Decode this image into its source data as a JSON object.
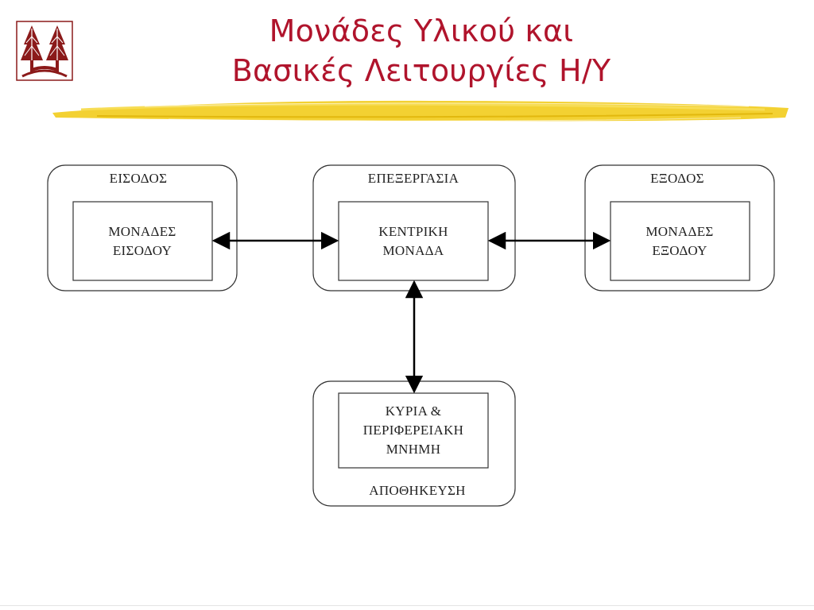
{
  "title": {
    "line1": "Μονάδες Υλικού και",
    "line2": "Βασικές Λειτουργίες Η/Υ"
  },
  "diagram": {
    "input": {
      "group_label": "ΕΙΣΟΔΟΣ",
      "box_line1": "ΜΟΝΑΔΕΣ",
      "box_line2": "ΕΙΣΟΔΟΥ"
    },
    "processing": {
      "group_label": "ΕΠΕΞΕΡΓΑΣΙΑ",
      "box_line1": "ΚΕΝΤΡΙΚΗ",
      "box_line2": "ΜΟΝΑΔΑ"
    },
    "output": {
      "group_label": "ΕΞΟΔΟΣ",
      "box_line1": "ΜΟΝΑΔΕΣ",
      "box_line2": "ΕΞΟΔΟΥ"
    },
    "storage": {
      "group_label": "ΑΠΟΘΗΚΕΥΣΗ",
      "box_line1": "ΚΥΡΙΑ &",
      "box_line2": "ΠΕΡΙΦΕΡΕΙΑΚΗ",
      "box_line3": "ΜΝΗΜΗ"
    }
  },
  "colors": {
    "title": "#b0142c",
    "brush": "#f2cc1c",
    "logo": "#8b1a1a"
  },
  "icons": {
    "logo": "university-tree-logo"
  }
}
